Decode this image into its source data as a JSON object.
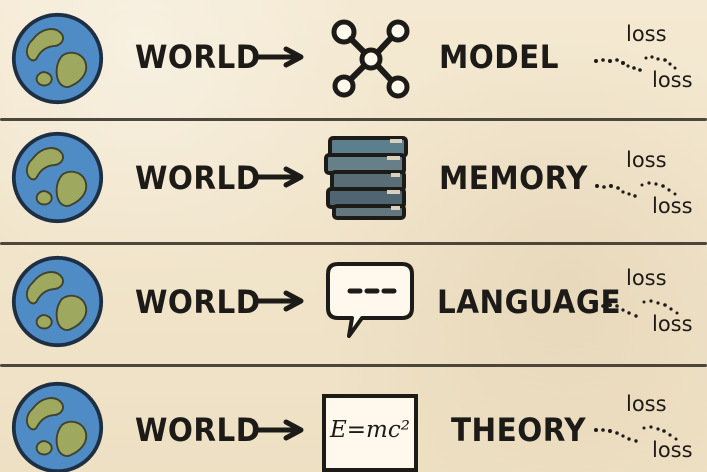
{
  "rows": [
    {
      "source": "WORLD",
      "target": "MODEL",
      "icon": "network-icon",
      "loss_top": "loss",
      "loss_bottom": "loss"
    },
    {
      "source": "WORLD",
      "target": "MEMORY",
      "icon": "books-icon",
      "loss_top": "loss",
      "loss_bottom": "loss"
    },
    {
      "source": "WORLD",
      "target": "LANGUAGE",
      "icon": "speech-bubble-icon",
      "loss_top": "loss",
      "loss_bottom": "loss"
    },
    {
      "source": "WORLD",
      "target": "THEORY",
      "icon": "formula-icon",
      "formula": "E=mc²",
      "loss_top": "loss",
      "loss_bottom": "loss"
    }
  ],
  "colors": {
    "background": "#f1e6cd",
    "ink": "#1d1b18",
    "ocean": "#4f8cc6",
    "land": "#9ea95f"
  }
}
